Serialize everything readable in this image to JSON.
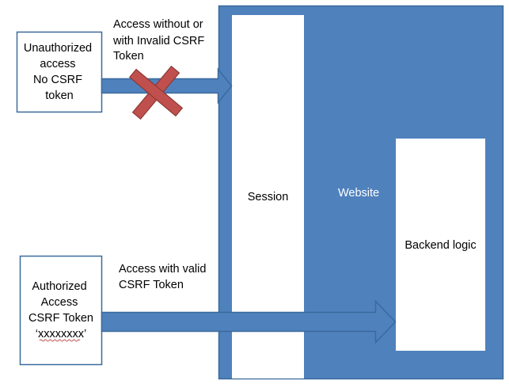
{
  "colors": {
    "primary_blue": "#4f81bd",
    "box_border": "#3a6a9c",
    "cross_red": "#c0504d",
    "cross_border": "#8c3836",
    "squiggle_red": "#c0504d"
  },
  "website": {
    "label": "Website"
  },
  "session": {
    "label": "Session"
  },
  "backend": {
    "label": "Backend logic"
  },
  "unauthorized": {
    "lines": [
      "Unauthorized",
      "access",
      "No CSRF",
      "token"
    ]
  },
  "authorized": {
    "lines": [
      "Authorized",
      "Access",
      "CSRF Token"
    ],
    "token_value": "‘xxxxxxxx’"
  },
  "top_arrow": {
    "caption_lines": [
      "Access without or",
      "with Invalid CSRF",
      "Token"
    ]
  },
  "bottom_arrow": {
    "caption_lines": [
      "Access with valid",
      "CSRF Token"
    ]
  },
  "blocked_icon": "x-cross-icon"
}
